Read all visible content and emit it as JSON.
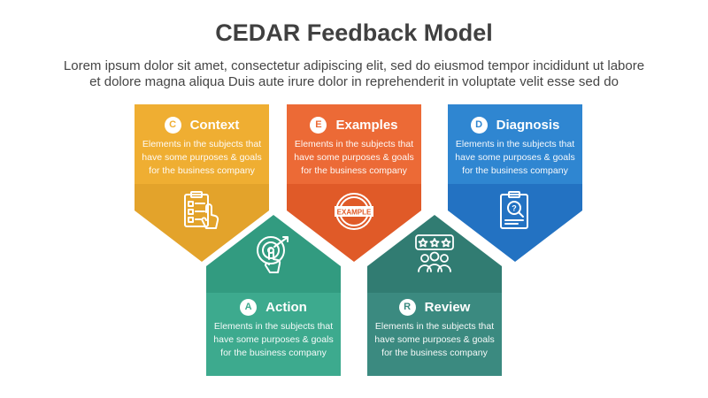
{
  "title": "CEDAR Feedback Model",
  "subtitle_line1": "Lorem ipsum dolor sit amet, consectetur adipiscing elit, sed do eiusmod tempor incididunt ut labore",
  "subtitle_line2": "et dolore magna aliqua Duis aute irure dolor in reprehenderit in voluptate velit esse sed do",
  "cards": [
    {
      "letter": "C",
      "label": "Context",
      "desc": [
        "Elements in the subjects that",
        "have  some purposes & goals",
        "for the  business company"
      ],
      "color": "#EFAE32",
      "dark": "#E3A32B",
      "icon": "clipboard-checklist-icon"
    },
    {
      "letter": "E",
      "label": "Examples",
      "desc": [
        "Elements in the subjects that",
        "have  some purposes & goals",
        "for the  business company"
      ],
      "color": "#EC6A36",
      "dark": "#E05A28",
      "icon": "example-stamp-icon"
    },
    {
      "letter": "D",
      "label": "Diagnosis",
      "desc": [
        "Elements in the subjects that",
        "have  some purposes & goals",
        "for the  business company"
      ],
      "color": "#2F86D1",
      "dark": "#2372C2",
      "icon": "document-search-icon"
    },
    {
      "letter": "A",
      "label": "Action",
      "desc": [
        "Elements in the subjects that",
        "have  some purposes & goals",
        "for the  business company"
      ],
      "color": "#3DAA8E",
      "dark": "#329B80",
      "icon": "target-click-icon"
    },
    {
      "letter": "R",
      "label": "Review",
      "desc": [
        "Elements in the subjects that",
        "have  some purposes & goals",
        "for the  business company"
      ],
      "color": "#3B8A80",
      "dark": "#317C72",
      "icon": "star-rating-people-icon"
    }
  ]
}
